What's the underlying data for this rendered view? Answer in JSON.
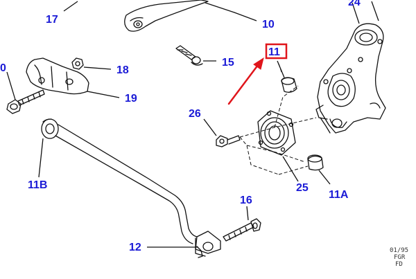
{
  "colors": {
    "callout_text": "#1a1ad6",
    "drawing_line": "#111111",
    "highlight_box": "#e0151b",
    "arrow": "#e0151b",
    "stamp_text": "#333333"
  },
  "callouts": {
    "c0": "0",
    "c17": "17",
    "c10": "10",
    "c24": "24",
    "c15": "15",
    "c11": "11",
    "c18": "18",
    "c19": "19",
    "c26": "26",
    "c11b": "11B",
    "c25": "25",
    "c11a": "11A",
    "c16": "16",
    "c12": "12"
  },
  "stamp": {
    "line1": "01/95",
    "line2": "FGR",
    "line3": "FD"
  },
  "highlight": {
    "target": "11",
    "arrow_icon": "red-arrow-icon"
  }
}
